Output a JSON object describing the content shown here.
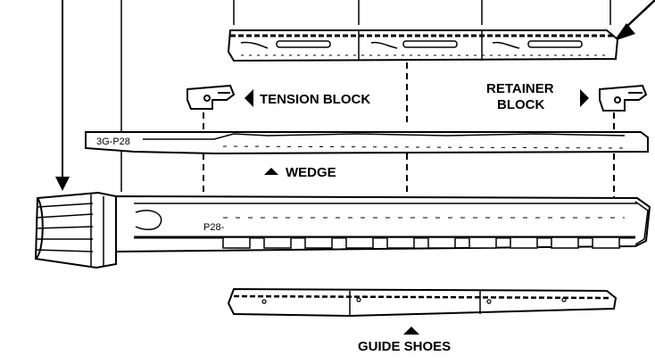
{
  "labels": {
    "tension_block": "TENSION BLOCK",
    "retainer_line1": "RETAINER",
    "retainer_line2": "BLOCK",
    "wedge": "WEDGE",
    "guide_shoes": "GUIDE SHOES",
    "upper_bar_mark": "3G-P28",
    "main_bar_mark": "P28-"
  },
  "colors": {
    "ink": "#000000",
    "paper": "#ffffff"
  },
  "icons": {
    "tension_arrow": "triangle-left-icon",
    "retainer_arrow": "triangle-right-icon",
    "wedge_arrow": "triangle-up-icon",
    "guide_arrow": "triangle-up-icon"
  }
}
